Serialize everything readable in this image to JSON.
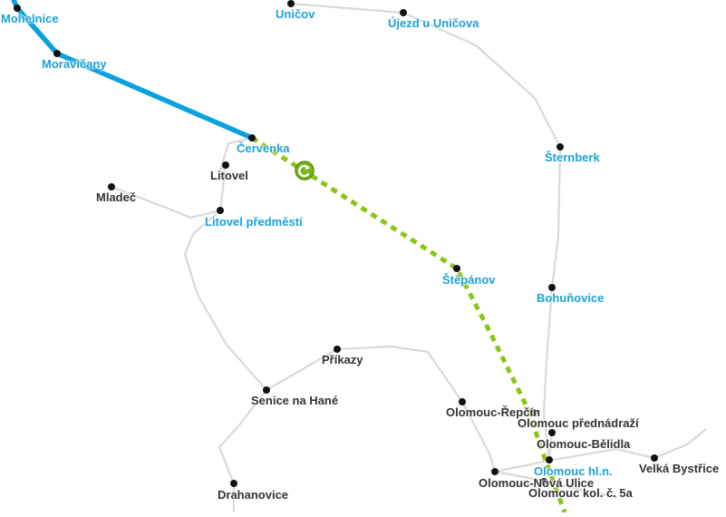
{
  "map": {
    "colors": {
      "route_active": "#0aa1dd",
      "route_planned": "#8cc418",
      "rail_network": "#d9d9d9",
      "station_dot": "#111111",
      "label_highlight": "#1aa2d8",
      "label_default": "#333333",
      "train_marker_fill": "#7ab51d"
    },
    "train_marker": {
      "icon": "train-direction-icon"
    },
    "stations": [
      {
        "id": "mohelnice",
        "name": "Mohelnice",
        "highlight": true
      },
      {
        "id": "moravicany",
        "name": "Moravičany",
        "highlight": true
      },
      {
        "id": "cervenka",
        "name": "Červenka",
        "highlight": true
      },
      {
        "id": "unicov",
        "name": "Uničov",
        "highlight": true
      },
      {
        "id": "ujezd",
        "name": "Újezd u Uničova",
        "highlight": true
      },
      {
        "id": "sternberk",
        "name": "Šternberk",
        "highlight": true
      },
      {
        "id": "litovel",
        "name": "Litovel",
        "highlight": false
      },
      {
        "id": "mladec",
        "name": "Mladeč",
        "highlight": false
      },
      {
        "id": "litovel-predmesti",
        "name": "Litovel předměstí",
        "highlight": true
      },
      {
        "id": "stepanov",
        "name": "Štěpánov",
        "highlight": true
      },
      {
        "id": "bohunovice",
        "name": "Bohuňovice",
        "highlight": true
      },
      {
        "id": "prikazy",
        "name": "Příkazy",
        "highlight": false
      },
      {
        "id": "senice",
        "name": "Senice na Hané",
        "highlight": false
      },
      {
        "id": "repcin",
        "name": "Olomouc-Řepčín",
        "highlight": false
      },
      {
        "id": "prednadrazi",
        "name": "Olomouc přednádraží",
        "highlight": false
      },
      {
        "id": "belidla",
        "name": "Olomouc-Bělidla",
        "highlight": false
      },
      {
        "id": "velka-bystrice",
        "name": "Velká Bystřice",
        "highlight": false
      },
      {
        "id": "hl-n",
        "name": "Olomouc hl.n.",
        "highlight": true
      },
      {
        "id": "nova-ulice",
        "name": "Olomouc-Nová Ulice",
        "highlight": false
      },
      {
        "id": "kol5a",
        "name": "Olomouc kol. č. 5a",
        "highlight": false
      },
      {
        "id": "drahanovice",
        "name": "Drahanovice",
        "highlight": false
      }
    ]
  }
}
